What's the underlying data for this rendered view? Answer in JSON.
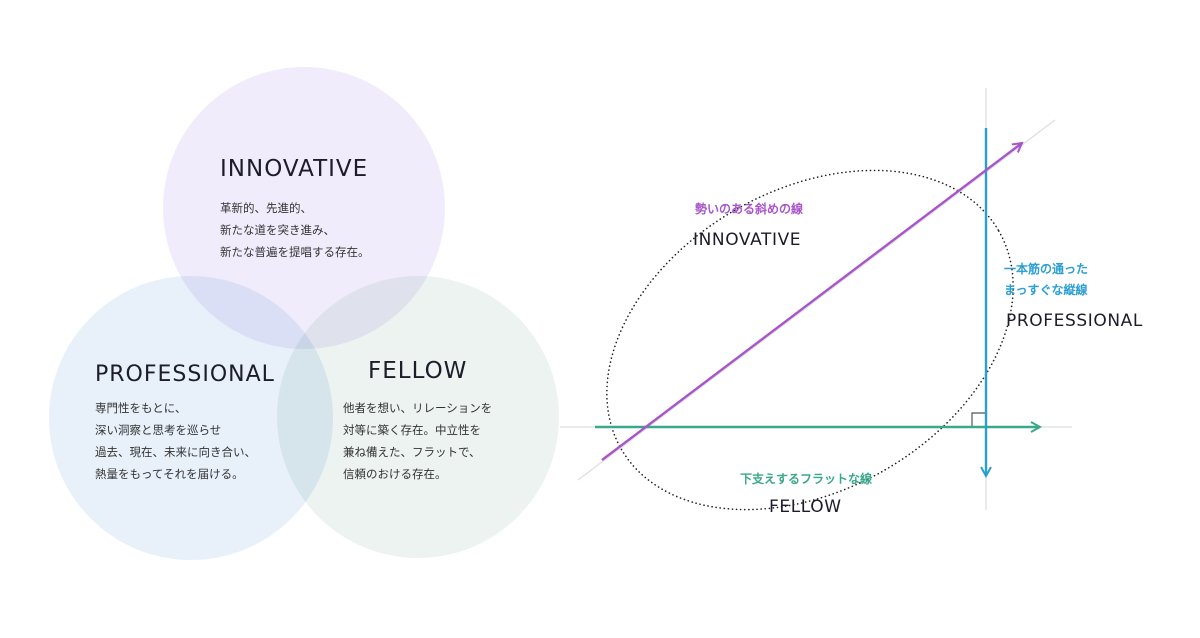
{
  "venn": {
    "innovative": {
      "title": "INNOVATIVE",
      "lines": [
        "革新的、先進的、",
        "新たな道を突き進み、",
        "新たな普遍を提唱する存在。"
      ]
    },
    "professional": {
      "title": "PROFESSIONAL",
      "lines": [
        "専門性をもとに、",
        "深い洞察と思考を巡らせ",
        "過去、現在、未来に向き合い、",
        "熱量をもってそれを届ける。"
      ]
    },
    "fellow": {
      "title": "FELLOW",
      "lines": [
        "他者を想い、リレーションを",
        "対等に築く存在。中立性を",
        "兼ね備えた、フラットで、",
        "信頼のおける存在。"
      ]
    }
  },
  "diagram": {
    "innovative": {
      "note": "勢いのある斜めの線",
      "label": "INNOVATIVE",
      "color": "#a855c7"
    },
    "professional": {
      "note_lines": [
        "一本筋の通った",
        "まっすぐな縦線"
      ],
      "label": "PROFESSIONAL",
      "color": "#2a9fd0"
    },
    "fellow": {
      "note": "下支えするフラットな線",
      "label": "FELLOW",
      "color": "#3aa88a"
    }
  }
}
